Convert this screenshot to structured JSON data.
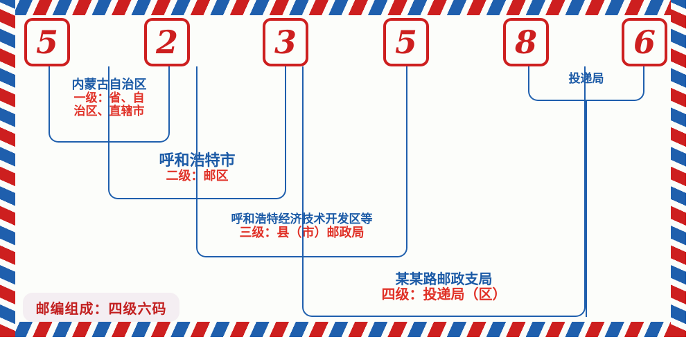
{
  "diagram": {
    "type": "postal-code-structure",
    "postcode": "523586",
    "digits": [
      {
        "value": "5",
        "index": 1
      },
      {
        "value": "2",
        "index": 2
      },
      {
        "value": "3",
        "index": 3
      },
      {
        "value": "5",
        "index": 4
      },
      {
        "value": "8",
        "index": 5
      },
      {
        "value": "6",
        "index": 6
      }
    ],
    "levels": [
      {
        "id": "level-1",
        "place": "内蒙古自治区",
        "role_lines": [
          "一级：省、自",
          "治区、直辖市"
        ],
        "role": "一级：省、自治区、直辖市",
        "covers_digits": [
          1,
          2
        ]
      },
      {
        "id": "level-2",
        "place": "呼和浩特市",
        "role_lines": [
          "二级：邮区"
        ],
        "role": "二级：邮区",
        "covers_digits": [
          2,
          3
        ]
      },
      {
        "id": "level-3",
        "place": "呼和浩特经济技术开发区等",
        "role_lines": [
          "三级：县（市）邮政局"
        ],
        "role": "三级：县（市）邮政局",
        "covers_digits": [
          3,
          4
        ]
      },
      {
        "id": "level-4",
        "place": "某某路邮政支局",
        "role_lines": [
          "四级：投递局（区）"
        ],
        "role": "四级：投递局（区）",
        "covers_digits": [
          4,
          6
        ]
      }
    ],
    "delivery_office_label": "投递局",
    "badge_label": "邮编组成：四级六码",
    "colors": {
      "red": "#cd1f1f",
      "blue": "#1f5fad",
      "text_blue": "#1b5aa6",
      "text_red": "#e03127",
      "badge_bg": "#f4eef2",
      "badge_text": "#c21f1f",
      "paper": "#fcfdfa"
    }
  }
}
